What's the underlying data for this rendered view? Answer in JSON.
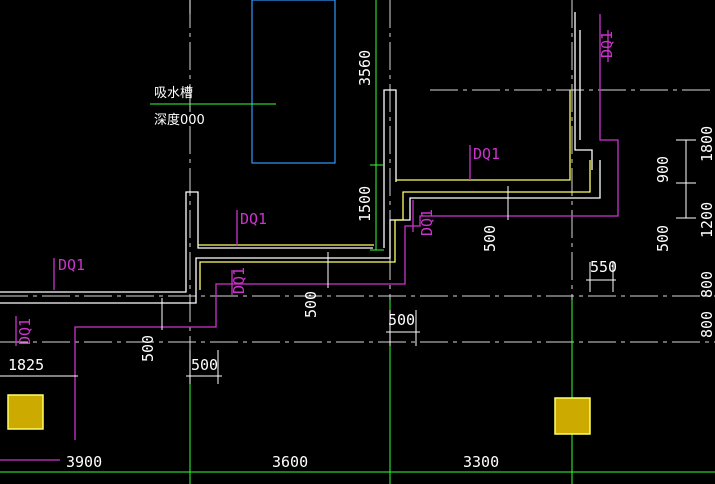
{
  "colors": {
    "background": "#000000",
    "wall": "#ffffff",
    "slab_edge": "#ffff66",
    "dimension": "#33ff33",
    "beam_dq": "#cc33cc",
    "axis_dash": "#d8d8d8",
    "sump": "#3399ff",
    "column_fill": "#ccaa00"
  },
  "notes": {
    "sump_label": "吸水槽",
    "sump_depth": "深度000"
  },
  "beam_labels": [
    "DQ1",
    "DQ1",
    "DQ1",
    "DQ1",
    "DQ1",
    "DQ1",
    "DQ1"
  ],
  "dimensions": {
    "d3560": "3560",
    "d1500": "1500",
    "d1800": "1800",
    "d900": "900",
    "d1200": "1200",
    "d800a": "800",
    "d800b": "800",
    "d500_right": "500",
    "d550": "550",
    "d500_mid": "500",
    "d500_lower": "500",
    "d500_left": "500",
    "d500_bottom": "500",
    "d1825": "1825",
    "d3900": "3900",
    "d3600": "3600",
    "d3300": "3300"
  }
}
